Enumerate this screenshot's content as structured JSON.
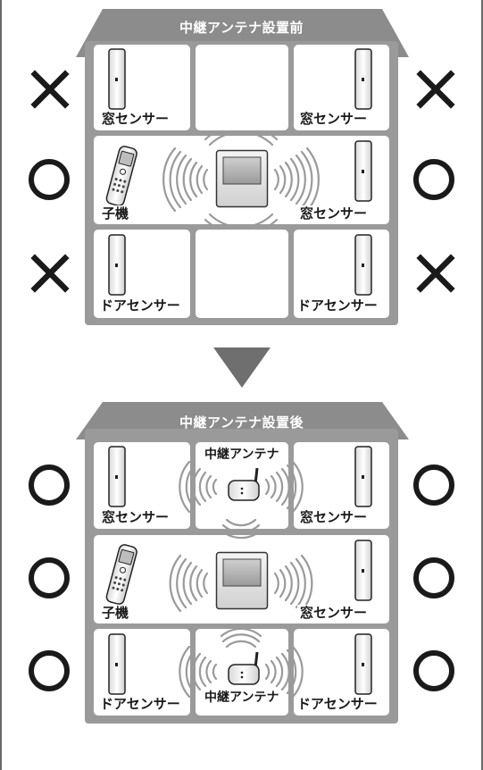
{
  "before": {
    "title": "中継アンテナ設置前",
    "labels": {
      "top_left": "窓センサー",
      "top_right": "窓センサー",
      "mid_left": "子機",
      "mid_right": "窓センサー",
      "bottom_left": "ドアセンサー",
      "bottom_right": "ドアセンサー"
    },
    "marks": [
      "cross",
      "cross",
      "circle",
      "circle",
      "cross",
      "cross"
    ]
  },
  "after": {
    "title": "中継アンテナ設置後",
    "labels": {
      "top_left": "窓センサー",
      "top_center": "中継アンテナ",
      "top_right": "窓センサー",
      "mid_left": "子機",
      "mid_right": "窓センサー",
      "bottom_left": "ドアセンサー",
      "bottom_center": "中継アンテナ",
      "bottom_right": "ドアセンサー"
    },
    "marks": [
      "circle",
      "circle",
      "circle",
      "circle",
      "circle",
      "circle"
    ]
  },
  "colors": {
    "roof": "#8c8c8c",
    "house_body": "#9a9a9a",
    "room": "#ffffff",
    "mark": "#1a1a1a"
  }
}
